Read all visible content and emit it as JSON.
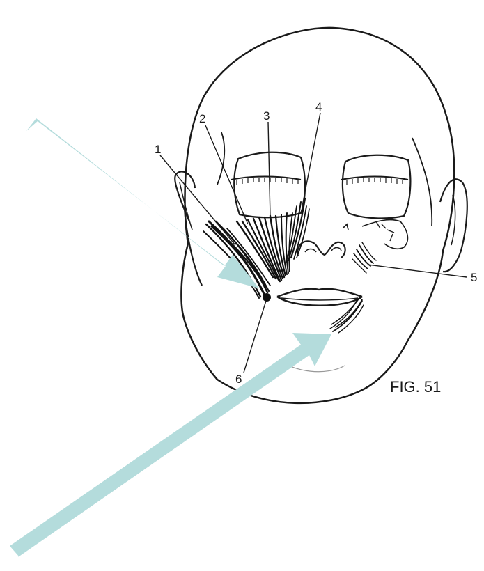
{
  "figure": {
    "caption": "FIG. 51",
    "labels": [
      "1",
      "2",
      "3",
      "4",
      "5",
      "6"
    ]
  },
  "colors": {
    "ink": "#1a1a1a",
    "arrow": "#b4dcdc",
    "background": "#ffffff"
  },
  "icons": {
    "overlay_arrows": "arrow-icon"
  }
}
